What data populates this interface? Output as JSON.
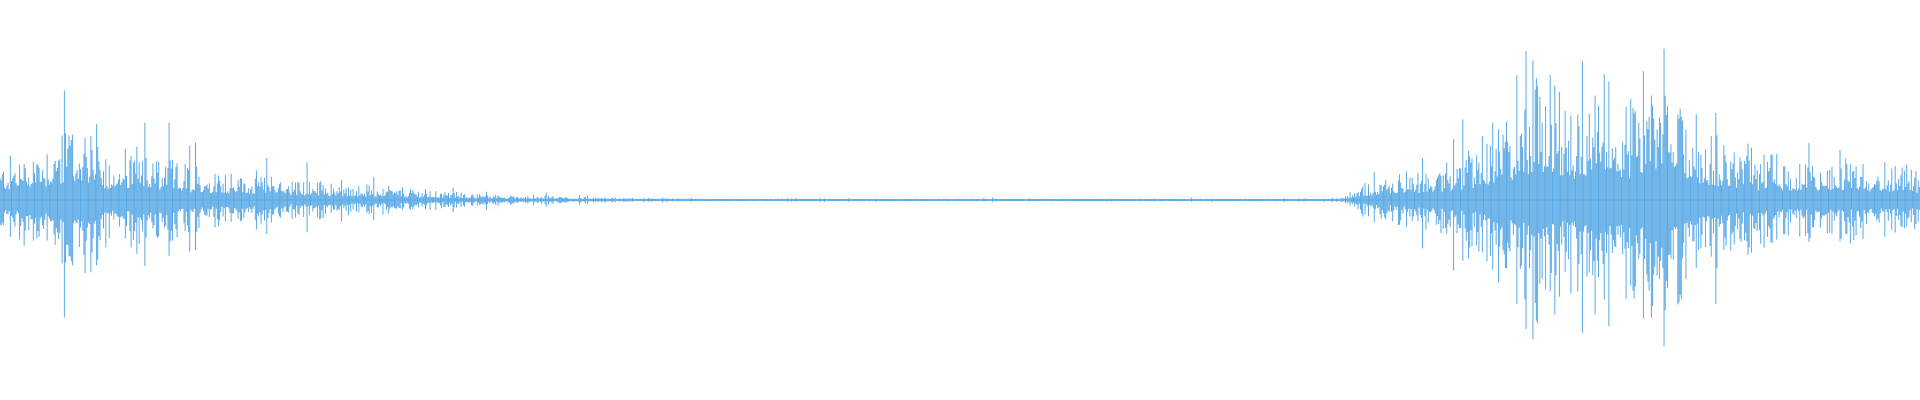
{
  "waveform": {
    "color": "#5aa9e6",
    "background": "#ffffff",
    "amplitude_envelope": [
      0.28,
      0.36,
      0.44,
      0.5,
      0.6,
      0.44,
      0.36,
      0.4,
      0.32,
      0.3,
      0.26,
      0.24,
      0.22,
      0.2,
      0.18,
      0.16,
      0.15,
      0.14,
      0.12,
      0.11,
      0.1,
      0.09,
      0.08,
      0.07,
      0.06,
      0.05,
      0.045,
      0.04,
      0.035,
      0.03,
      0.025,
      0.02,
      0.018,
      0.015,
      0.012,
      0.012,
      0.01,
      0.01,
      0.01,
      0.01,
      0.01,
      0.01,
      0.01,
      0.01,
      0.01,
      0.01,
      0.01,
      0.01,
      0.01,
      0.01,
      0.01,
      0.01,
      0.01,
      0.01,
      0.01,
      0.01,
      0.01,
      0.01,
      0.01,
      0.01,
      0.01,
      0.01,
      0.01,
      0.01,
      0.01,
      0.01,
      0.01,
      0.01,
      0.01,
      0.015,
      0.02,
      0.12,
      0.16,
      0.2,
      0.24,
      0.28,
      0.36,
      0.44,
      0.62,
      0.7,
      0.95,
      0.8,
      0.72,
      1.0,
      0.82,
      0.74,
      0.98,
      0.86,
      0.68,
      0.52,
      0.44,
      0.38,
      0.34,
      0.3,
      0.28,
      0.3,
      0.34,
      0.32,
      0.28,
      0.26
    ]
  }
}
